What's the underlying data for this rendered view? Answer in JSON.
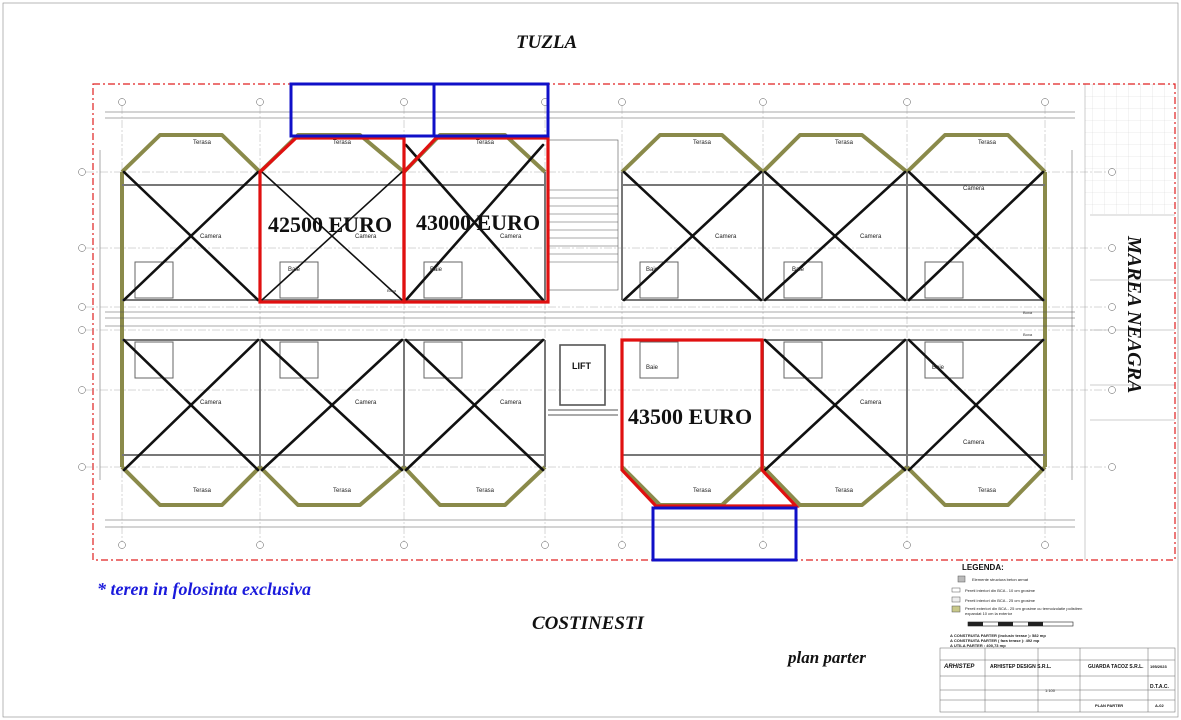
{
  "labels": {
    "north": "TUZLA",
    "south": "COSTINESTI",
    "east": "MAREA NEAGRA",
    "plan_name": "plan parter",
    "exclusive_note": "* teren in folosinta exclusiva",
    "lift": "LIFT"
  },
  "prices": {
    "unit_a": "42500 EURO",
    "unit_b": "43000 EURO",
    "unit_c": "43500 EURO"
  },
  "rooms": {
    "terasa": "Terasa",
    "camera": "Camera",
    "baie": "Baie",
    "boxa": "Boxa"
  },
  "legend": {
    "title": "LEGENDA:",
    "items": [
      "Elemente structura beton armat",
      "Pereti interiori din BCA - 10 cm grosime",
      "Pereti interiori din BCA - 25 cm grosime",
      "Pereti exteriori din BCA - 25 cm grosime cu termoizolatie polistiren expandat 10 cm la exterior"
    ]
  },
  "areas": {
    "a_constr": "A CONSTRUITA PARTER (inclusiv terase ): 582 mp",
    "a_constr_no": "A CONSTRUITA PARTER ( fara terase ): 492 mp",
    "a_util": "A UTILA PARTER : 400,73 mp"
  },
  "titleblock": {
    "company": "ARHISTEP DESIGN S.R.L.",
    "client": "GUARDA TACOZ S.R.L.",
    "project_no": "195/2023",
    "phase": "D.T.A.C.",
    "drawing": "PLAN PARTER",
    "sheet": "A-02",
    "scale": "1:100",
    "brand": "ARHISTEP"
  },
  "colors": {
    "red_outline": "#e01010",
    "blue_outline": "#1010c8",
    "property_line": "#e02020",
    "wall": "#8a8a4a"
  }
}
